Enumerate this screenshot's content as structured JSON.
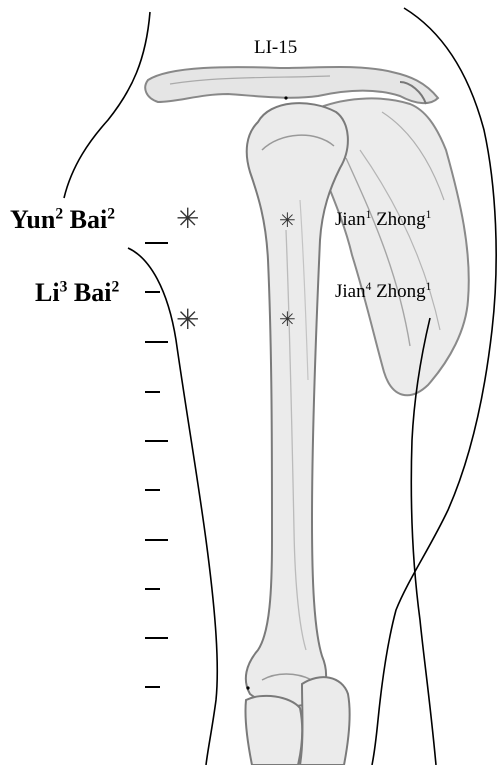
{
  "landmark": {
    "text": "LI-15"
  },
  "points": [
    {
      "id": "yunbai",
      "syl1": "Yun",
      "tone1": "2",
      "syl2": "Bai",
      "tone2": "2"
    },
    {
      "id": "libai",
      "syl1": "Li",
      "tone1": "3",
      "syl2": "Bai",
      "tone2": "2"
    },
    {
      "id": "jianzhong-upper",
      "syl1": "Jian",
      "tone1": "1",
      "syl2": "Zhong",
      "tone2": "1"
    },
    {
      "id": "jianzhong-lower",
      "syl1": "Jian",
      "tone1": "4",
      "syl2": "Zhong",
      "tone2": "1"
    }
  ],
  "marker": {
    "glyph": "✳"
  },
  "colors": {
    "ink": "#000000",
    "bone_fill": "#e9e9e9",
    "bone_line": "#7a7a7a",
    "scapula_fill": "#ececec"
  }
}
